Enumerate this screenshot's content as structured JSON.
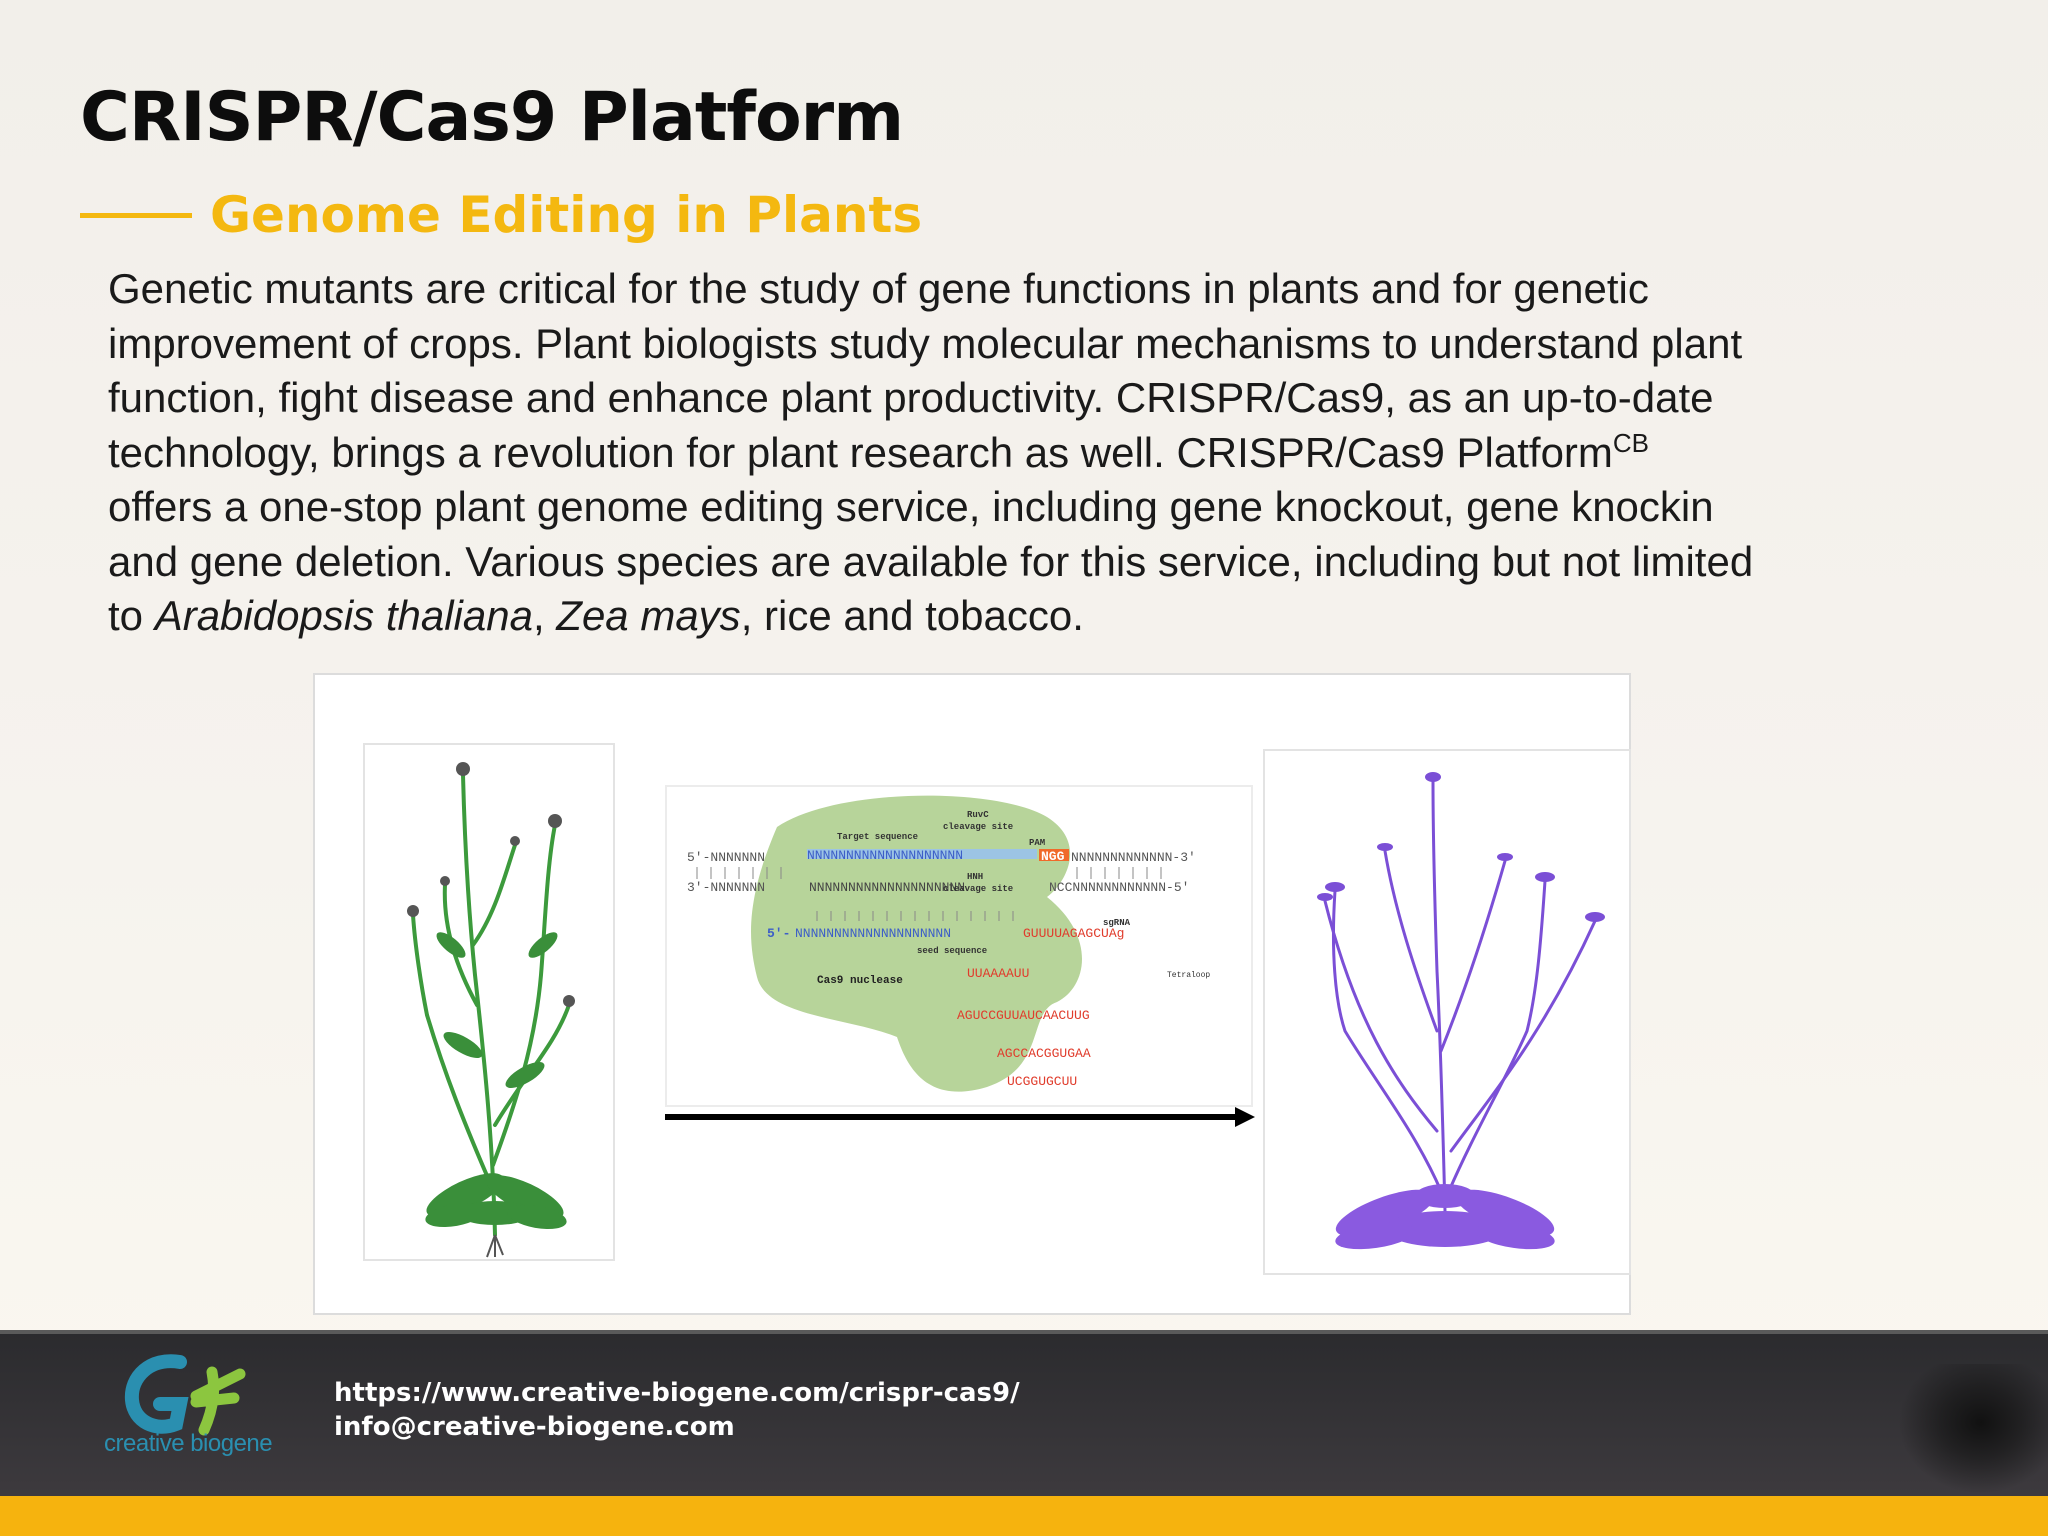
{
  "page": {
    "title": "CRISPR/Cas9 Platform",
    "subtitle": "Genome Editing in Plants"
  },
  "body": {
    "line1": "Genetic mutants are critical for the study of gene functions in plants and for genetic",
    "line2": "improvement of crops. Plant biologists study molecular mechanisms to understand plant",
    "line3": "function, fight disease and enhance plant productivity. CRISPR/Cas9, as an up-to-date",
    "line4_a": "technology, brings a revolution for plant research as well. CRISPR/Cas9 Platform",
    "line4_sup": "CB",
    "line5": "offers a one-stop plant genome editing service, including gene knockout, gene knockin",
    "line6": "and gene deletion. Various species are available for this service, including but not limited",
    "line7_pre": "to ",
    "species1": "Arabidopsis thaliana",
    "sep1": ", ",
    "species2": "Zea mays",
    "line7_post": ", rice and tobacco."
  },
  "diagram": {
    "label_ruvc": "RuvC",
    "label_ruvc2": "cleavage site",
    "label_target": "Target sequence",
    "label_pam": "PAM",
    "label_hnh": "HNH",
    "label_hnh2": "cleavage site",
    "label_sgrna": "sgRNA",
    "label_seed": "seed sequence",
    "label_cas9": "Cas9 nuclease",
    "label_tetraloop": "Tetraloop",
    "strand_top_5": "5'-NNNNNNN",
    "strand_top_3": "NNNNNNNNNNNNN-3'",
    "strand_bot_3": "3'-NNNNNNN",
    "strand_bot_5": "NCCNNNNNNNNNNNN-5'",
    "guide_5": "5'-",
    "guide_seq": "NNNNNNNNNNNNNNNNNNNN",
    "pam_seq": "NGG",
    "rna_1": "GUUUUAGAGCUAg",
    "rna_2": "UUAAAAUU",
    "rna_3": "AGUCCGUUAUCAACUUG",
    "rna_4": "AGCCACGGUGAA",
    "rna_5": "UCGGUGCUU"
  },
  "footer": {
    "logo_text": "creative biogene",
    "url": "https://www.creative-biogene.com/crispr-cas9/",
    "email": "info@creative-biogene.com"
  },
  "colors": {
    "accent": "#f4b810",
    "footer_bg": "#333135",
    "green_blob": "#b7d49a",
    "rna_red": "#e03c2c",
    "dna_blue": "#3c5ec8",
    "purple": "#7b4fd6",
    "plant_green": "#3c9a3c"
  },
  "icons": {
    "logo": "creative-biogene-logo-icon",
    "arrow": "right-arrow-icon"
  }
}
